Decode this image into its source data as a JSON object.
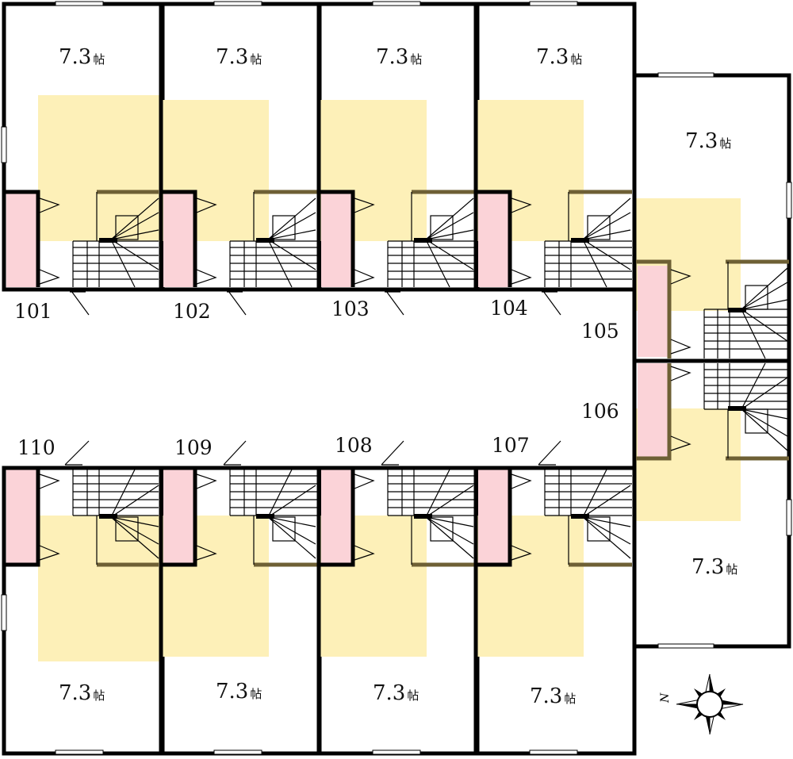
{
  "units": [
    {
      "id": "101",
      "size": "7.3",
      "unit": "帖"
    },
    {
      "id": "102",
      "size": "7.3",
      "unit": "帖"
    },
    {
      "id": "103",
      "size": "7.3",
      "unit": "帖"
    },
    {
      "id": "104",
      "size": "7.3",
      "unit": "帖"
    },
    {
      "id": "105",
      "size": "7.3",
      "unit": "帖"
    },
    {
      "id": "106",
      "size": "7.3",
      "unit": "帖"
    },
    {
      "id": "107",
      "size": "7.3",
      "unit": "帖"
    },
    {
      "id": "108",
      "size": "7.3",
      "unit": "帖"
    },
    {
      "id": "109",
      "size": "7.3",
      "unit": "帖"
    },
    {
      "id": "110",
      "size": "7.3",
      "unit": "帖"
    }
  ],
  "compass": {
    "label": "N",
    "icon": "compass-rose-icon"
  },
  "colors": {
    "tatami": "#fdf0b8",
    "closet": "#fbd3d8",
    "wall": "#000000",
    "stair_wall": "#6e6035"
  }
}
